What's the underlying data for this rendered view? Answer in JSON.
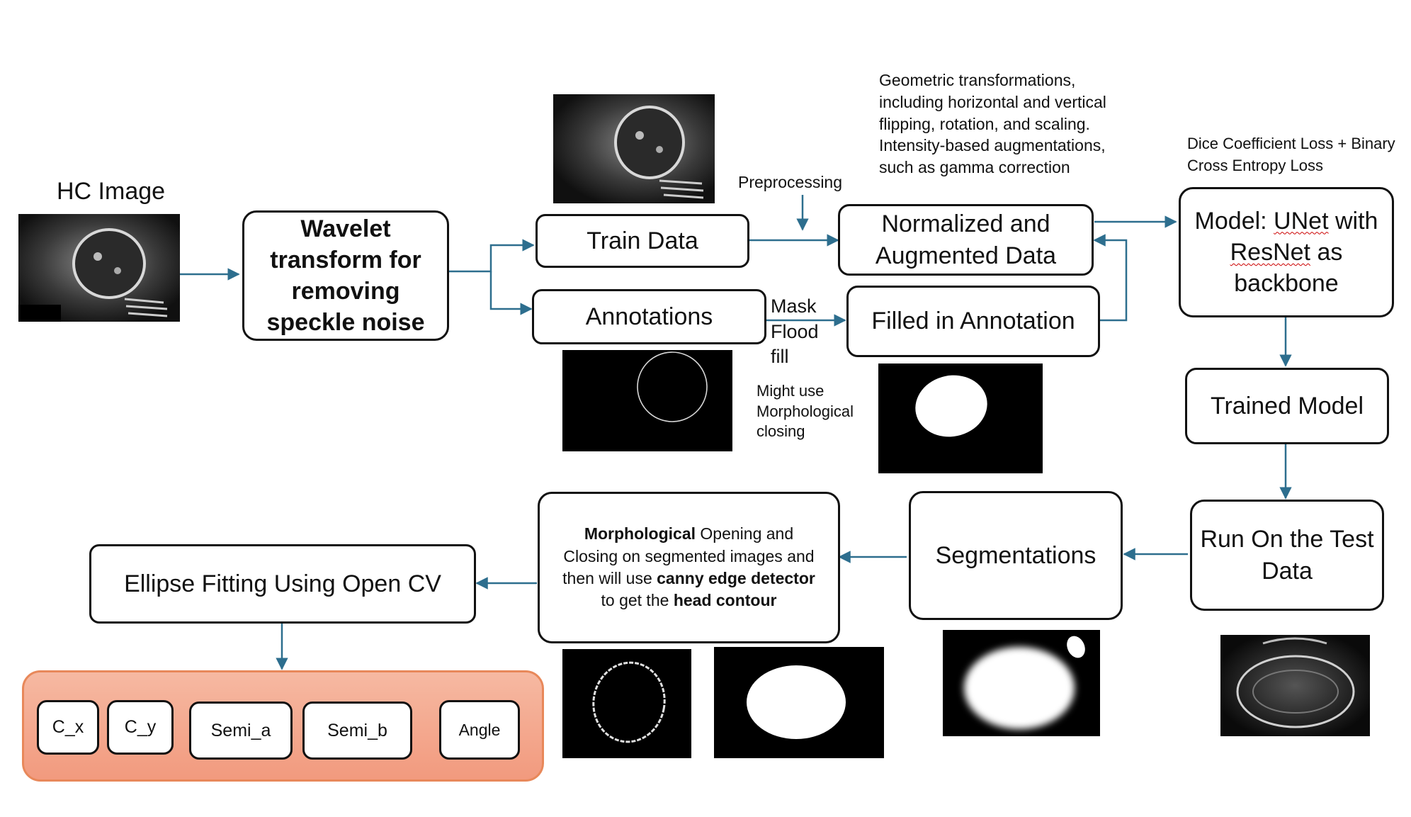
{
  "hc_image_label": "HC Image",
  "wavelet_box": {
    "text": "Wavelet transform for removing speckle noise"
  },
  "train_data_box": {
    "text": "Train Data"
  },
  "annotations_box": {
    "text": "Annotations"
  },
  "preprocessing_label": "Preprocessing",
  "augmentation_note": "Geometric transformations, including horizontal and vertical flipping, rotation, and scaling. Intensity-based augmentations, such as gamma correction",
  "normalized_box": {
    "text": "Normalized and Augmented Data"
  },
  "mask_flood_label": "Mask Flood fill",
  "filled_box": {
    "text": "Filled in Annotation"
  },
  "morph_note": "Might use Morphological closing",
  "loss_note": "Dice Coefficient Loss + Binary Cross Entropy Loss",
  "model_box": {
    "prefix": "Model: ",
    "unet": "UNet",
    "mid": " with ",
    "resnet": "ResNet",
    "suffix": " as backbone"
  },
  "trained_box": {
    "text": "Trained Model"
  },
  "run_box": {
    "text": "Run On the Test Data"
  },
  "segmentations_box": {
    "text": "Segmentations"
  },
  "morph_box": {
    "b1": "Morphological",
    "t1": " Opening and Closing on segmented images and then will use ",
    "b2": "canny edge detector",
    "t2": " to get the ",
    "b3": "head contour"
  },
  "ellipse_box": {
    "text": "Ellipse Fitting Using Open CV"
  },
  "outputs": [
    "C_x",
    "C_y",
    "Semi_a",
    "Semi_b",
    "Angle"
  ],
  "colors": {
    "arrow": "#2d6e8e",
    "panel_border": "#e8885a",
    "panel_fill": "#f4a98d",
    "text": "#111111"
  }
}
